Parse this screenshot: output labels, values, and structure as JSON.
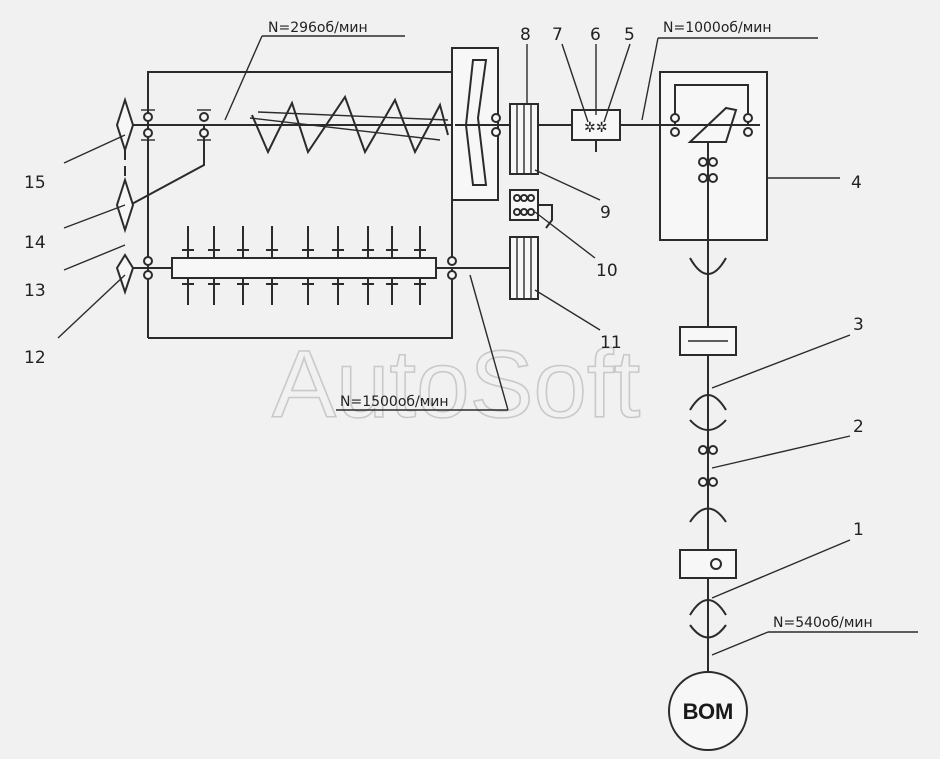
{
  "labels": {
    "n1": "1",
    "n2": "2",
    "n3": "3",
    "n4": "4",
    "n5": "5",
    "n6": "6",
    "n7": "7",
    "n8": "8",
    "n9": "9",
    "n10": "10",
    "n11": "11",
    "n12": "12",
    "n13": "13",
    "n14": "14",
    "n15": "15"
  },
  "speeds": {
    "auger": "N=296об/мин",
    "gearbox": "N=1000об/мин",
    "rotor": "N=1500об/мин",
    "pto": "N=540об/мин"
  },
  "pto_label": "ВОМ",
  "watermark": "AutoSoft"
}
